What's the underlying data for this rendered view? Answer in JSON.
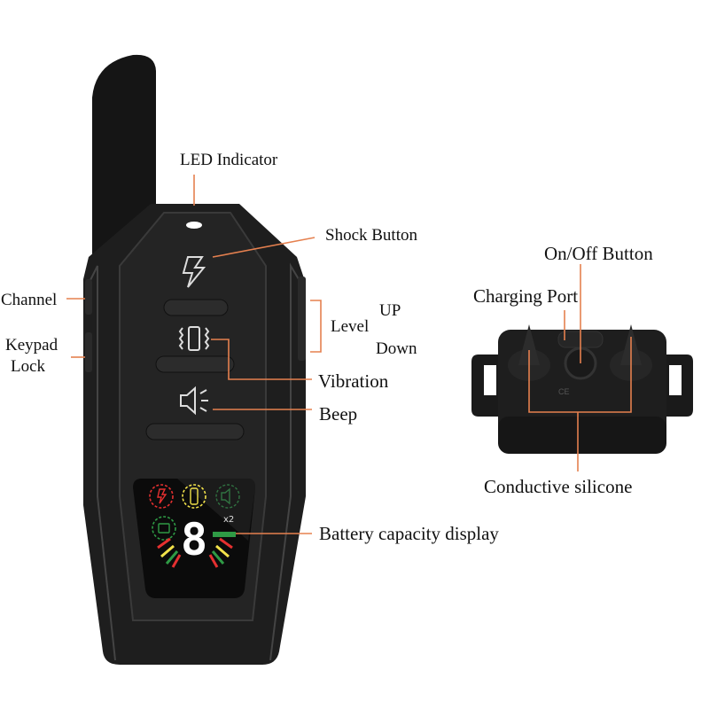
{
  "labels": {
    "led_indicator": "LED Indicator",
    "shock_button": "Shock Button",
    "on_off_button": "On/Off Button",
    "charging_port": "Charging Port",
    "channel": "Channel",
    "keypad_lock_1": "Keypad",
    "keypad_lock_2": "Lock",
    "level": "Level",
    "up": "UP",
    "down": "Down",
    "vibration": "Vibration",
    "beep": "Beep",
    "conductive_silicone": "Conductive silicone",
    "battery_capacity_display": "Battery capacity display"
  },
  "display": {
    "digit": "8",
    "dog_count": "x2",
    "colors": {
      "shock": "#e53030",
      "vibration": "#f2e24a",
      "beep": "#3fae5c",
      "battery": "#2f9a45"
    }
  },
  "collar_marking": "CE",
  "colors": {
    "leader_line": "#e5804f",
    "device_body": "#1e1e1e"
  }
}
